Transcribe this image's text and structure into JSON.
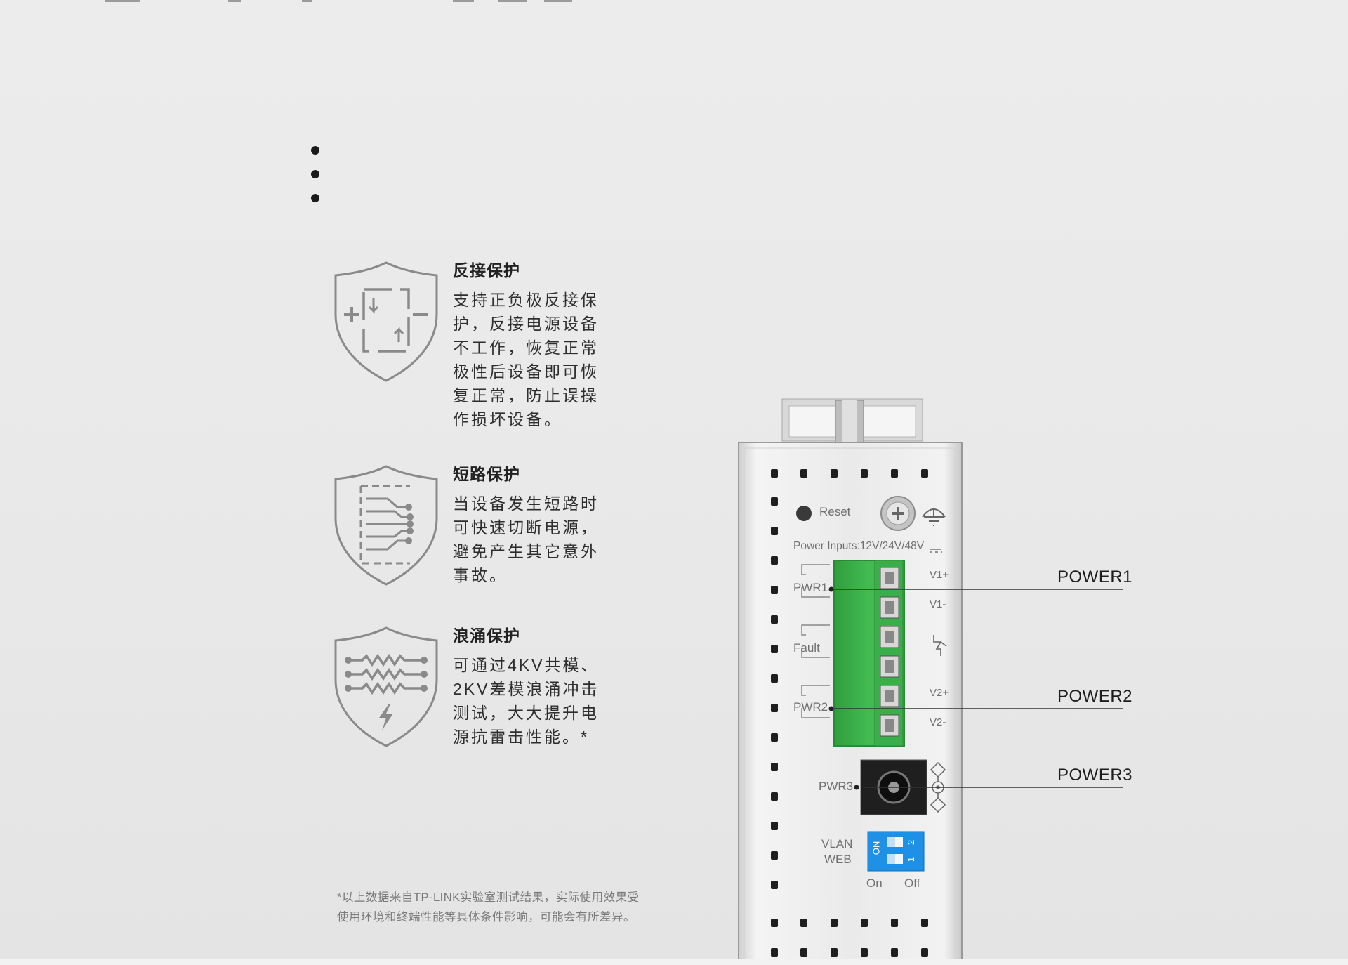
{
  "features": [
    {
      "title": "反接保护",
      "description": "支持正负极反接保\n护，反接电源设备\n不工作，恢复正常\n极性后设备即可恢\n复正常，防止误操\n作损坏设备。",
      "icon": "reverse-polarity-shield-icon"
    },
    {
      "title": "短路保护",
      "description": "当设备发生短路时\n可快速切断电源，\n避免产生其它意外\n事故。",
      "icon": "short-circuit-shield-icon"
    },
    {
      "title": "浪涌保护",
      "description": "可通过4KV共模、\n2KV差模浪涌冲击\n测试，大大提升电\n源抗雷击性能。*",
      "icon": "surge-shield-icon"
    }
  ],
  "footnote": "*以上数据来自TP-LINK实验室测试结果，实际使用效果受使用环境和终端性能等具体条件影响，可能会有所差异。",
  "device": {
    "reset_label": "Reset",
    "power_inputs_label": "Power Inputs:12V/24V/48V",
    "pwr1_label": "PWR1",
    "fault_label": "Fault",
    "pwr2_label": "PWR2",
    "pwr3_label": "PWR3",
    "v1p": "V1+",
    "v1m": "V1-",
    "v2p": "V2+",
    "v2m": "V2-",
    "vlan_label": "VLAN",
    "web_label": "WEB",
    "dip_on": "ON",
    "dip_1": "1",
    "dip_2": "2",
    "on_label": "On",
    "off_label": "Off"
  },
  "callouts": {
    "power1": "POWER1",
    "power2": "POWER2",
    "power3": "POWER3"
  },
  "colors": {
    "terminal_green": "#3fb44d",
    "dip_blue": "#1e90e6",
    "icon_gray": "#8a8a8a"
  }
}
